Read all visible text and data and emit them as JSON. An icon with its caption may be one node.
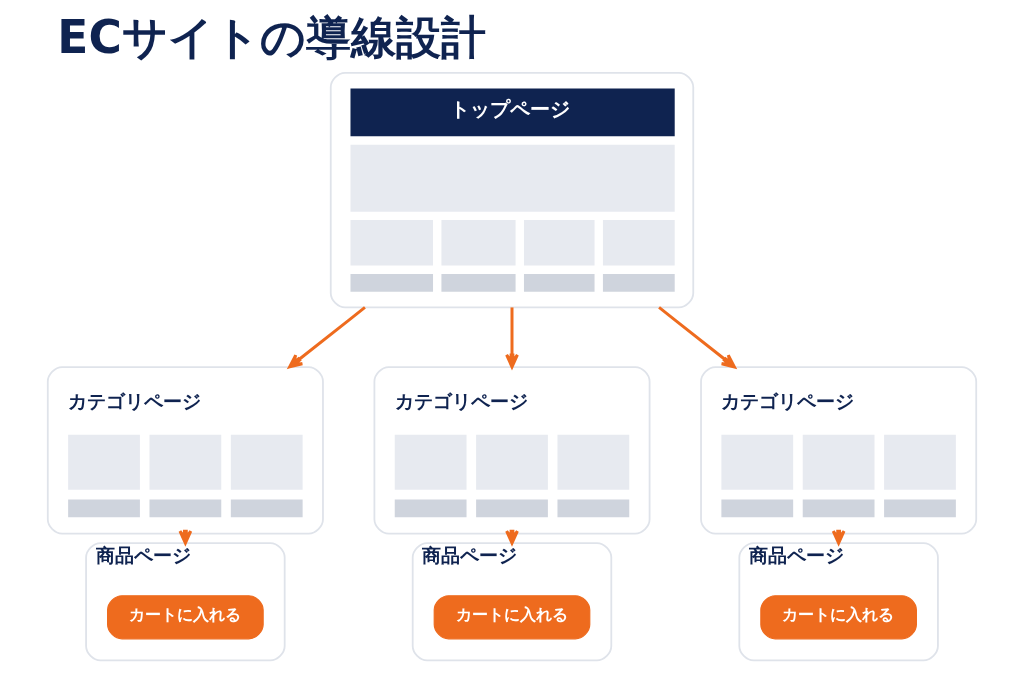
{
  "diagram": {
    "title": "ECサイトの導線設計",
    "nodes": [
      {
        "text": [
          "トップページ"
        ]
      },
      {
        "text": [
          "カテゴリページ"
        ]
      },
      {
        "text": [
          "カテゴリページ"
        ]
      },
      {
        "text": [
          "カテゴリページ"
        ]
      },
      {
        "text": [
          "商品ページ"
        ]
      },
      {
        "text": [
          "カートに入れる"
        ],
        "in": 4
      },
      {
        "text": [
          "商品ページ"
        ]
      },
      {
        "text": [
          "カートに入れる"
        ],
        "in": 6
      },
      {
        "text": [
          "商品ページ"
        ]
      },
      {
        "text": [
          "カートに入れる"
        ],
        "in": 8
      }
    ],
    "edges": [
      {
        "from": 0,
        "to": 1,
        "arrow": "to"
      },
      {
        "from": 0,
        "to": 2,
        "arrow": "to"
      },
      {
        "from": 0,
        "to": 3,
        "arrow": "to"
      },
      {
        "from": 1,
        "to": 4,
        "arrow": "to"
      },
      {
        "from": 2,
        "to": 6,
        "arrow": "to"
      },
      {
        "from": 3,
        "to": 8,
        "arrow": "to"
      }
    ]
  }
}
